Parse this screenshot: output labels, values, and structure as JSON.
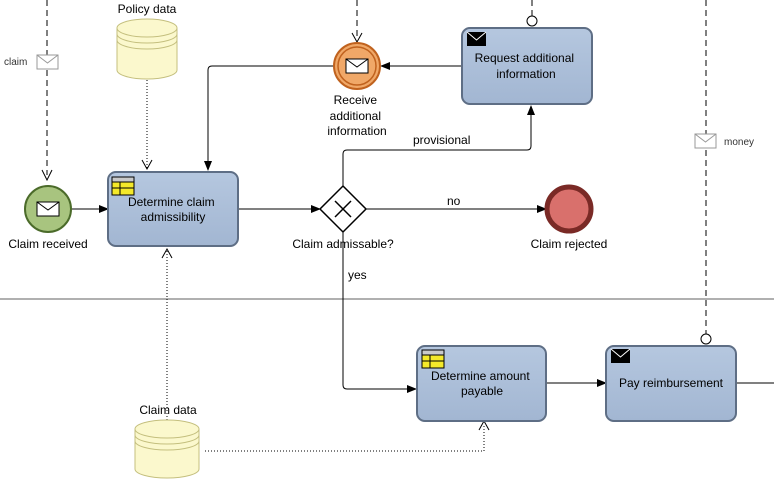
{
  "colors": {
    "task_fill": "#a9bdd8",
    "task_stroke": "#5e6e85",
    "start_fill": "#a8c47f",
    "start_stroke": "#4b6b2a",
    "end_fill": "#d9706c",
    "end_stroke": "#7a2a26",
    "intermediate_fill": "#f0a868",
    "intermediate_stroke": "#c0621e",
    "datastore_fill": "#fbf8cd",
    "datastore_stroke": "#c4bf7e",
    "lane_divider": "#b0b0b0",
    "business_rule_fill": "#f4e92a"
  },
  "tasks": {
    "determine_claim": [
      "Determine claim",
      "admissibility"
    ],
    "request_info": [
      "Request additional",
      "information"
    ],
    "determine_amount": [
      "Determine amount",
      "payable"
    ],
    "pay": [
      "Pay reimbursement"
    ]
  },
  "events": {
    "claim_received": "Claim received",
    "claim_rejected": "Claim rejected",
    "receive_info": [
      "Receive",
      "additional",
      "information"
    ]
  },
  "gateway": {
    "label": "Claim admissable?"
  },
  "flow_labels": {
    "provisional": "provisional",
    "no": "no",
    "yes": "yes"
  },
  "datastores": {
    "policy": "Policy data",
    "claim": "Claim data"
  },
  "messages": {
    "claim": "claim",
    "money": "money"
  },
  "icons": {
    "envelope": "envelope-icon",
    "business_rule": "business-rule-icon",
    "gateway": "exclusive-gateway-icon",
    "datastore": "database-icon"
  }
}
